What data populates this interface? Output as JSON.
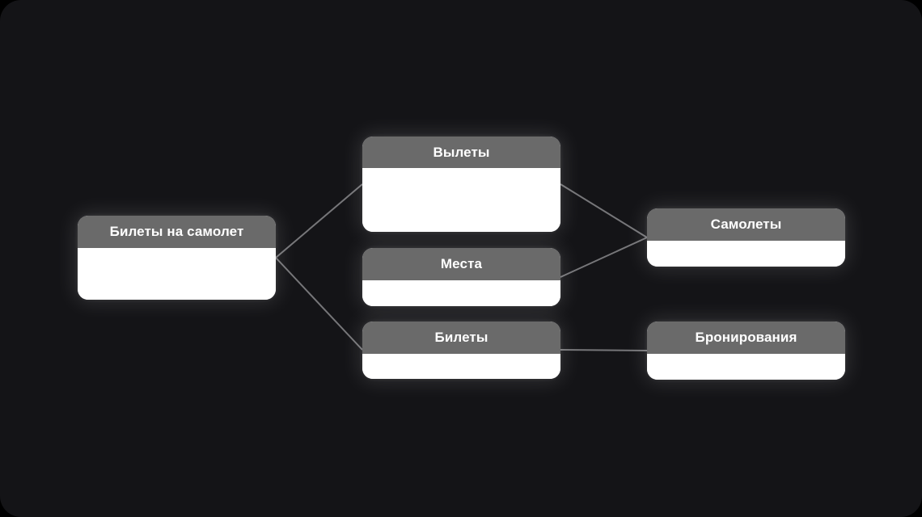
{
  "diagram": {
    "nodes": [
      {
        "id": "tickets-plane",
        "label": "Билеты на самолет"
      },
      {
        "id": "departures",
        "label": "Вылеты"
      },
      {
        "id": "seats",
        "label": "Места"
      },
      {
        "id": "tickets",
        "label": "Билеты"
      },
      {
        "id": "planes",
        "label": "Самолеты"
      },
      {
        "id": "bookings",
        "label": "Бронирования"
      }
    ],
    "edges": [
      {
        "from": "tickets-plane",
        "to": "departures"
      },
      {
        "from": "tickets-plane",
        "to": "tickets"
      },
      {
        "from": "departures",
        "to": "planes"
      },
      {
        "from": "seats",
        "to": "planes"
      },
      {
        "from": "tickets",
        "to": "bookings"
      }
    ],
    "colors": {
      "page_background": "#000000",
      "canvas_background": "#141417",
      "node_header": "#6a6a6a",
      "node_body": "#ffffff",
      "node_title_text": "#ffffff",
      "edge_line": "#767679"
    }
  }
}
